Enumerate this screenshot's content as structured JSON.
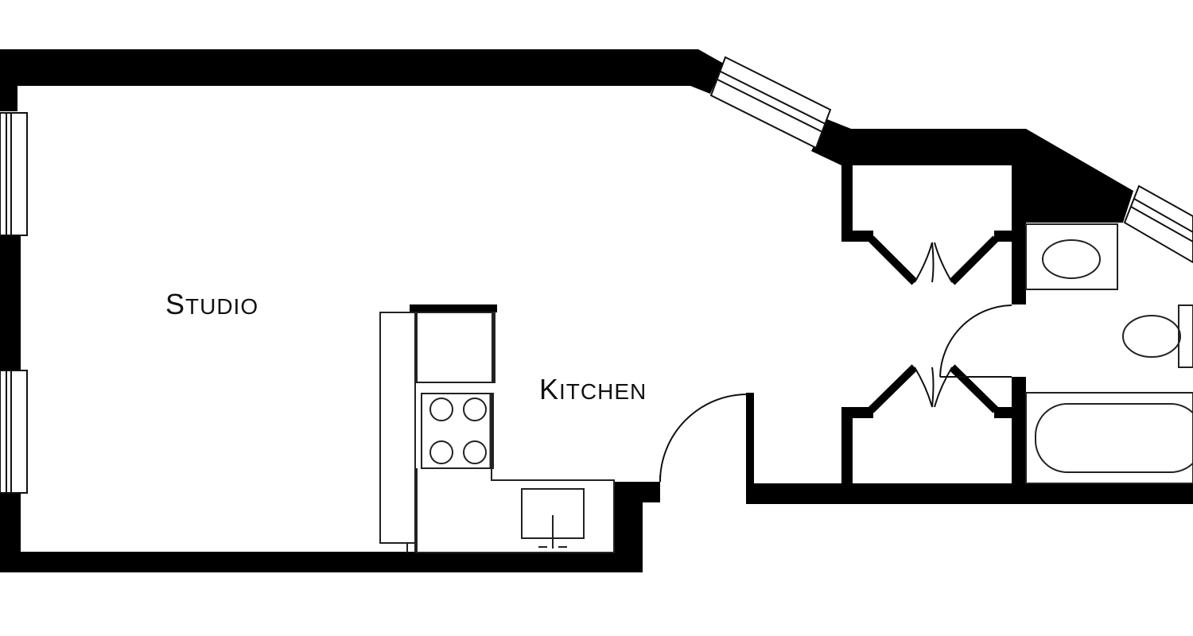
{
  "floorplan": {
    "rooms": {
      "studio": {
        "label_first": "S",
        "label_rest": "TUDIO"
      },
      "kitchen": {
        "label_first": "K",
        "label_rest": "ITCHEN"
      }
    },
    "colors": {
      "wall": "#000000",
      "fixture_line": "#222222",
      "background": "#ffffff"
    }
  }
}
